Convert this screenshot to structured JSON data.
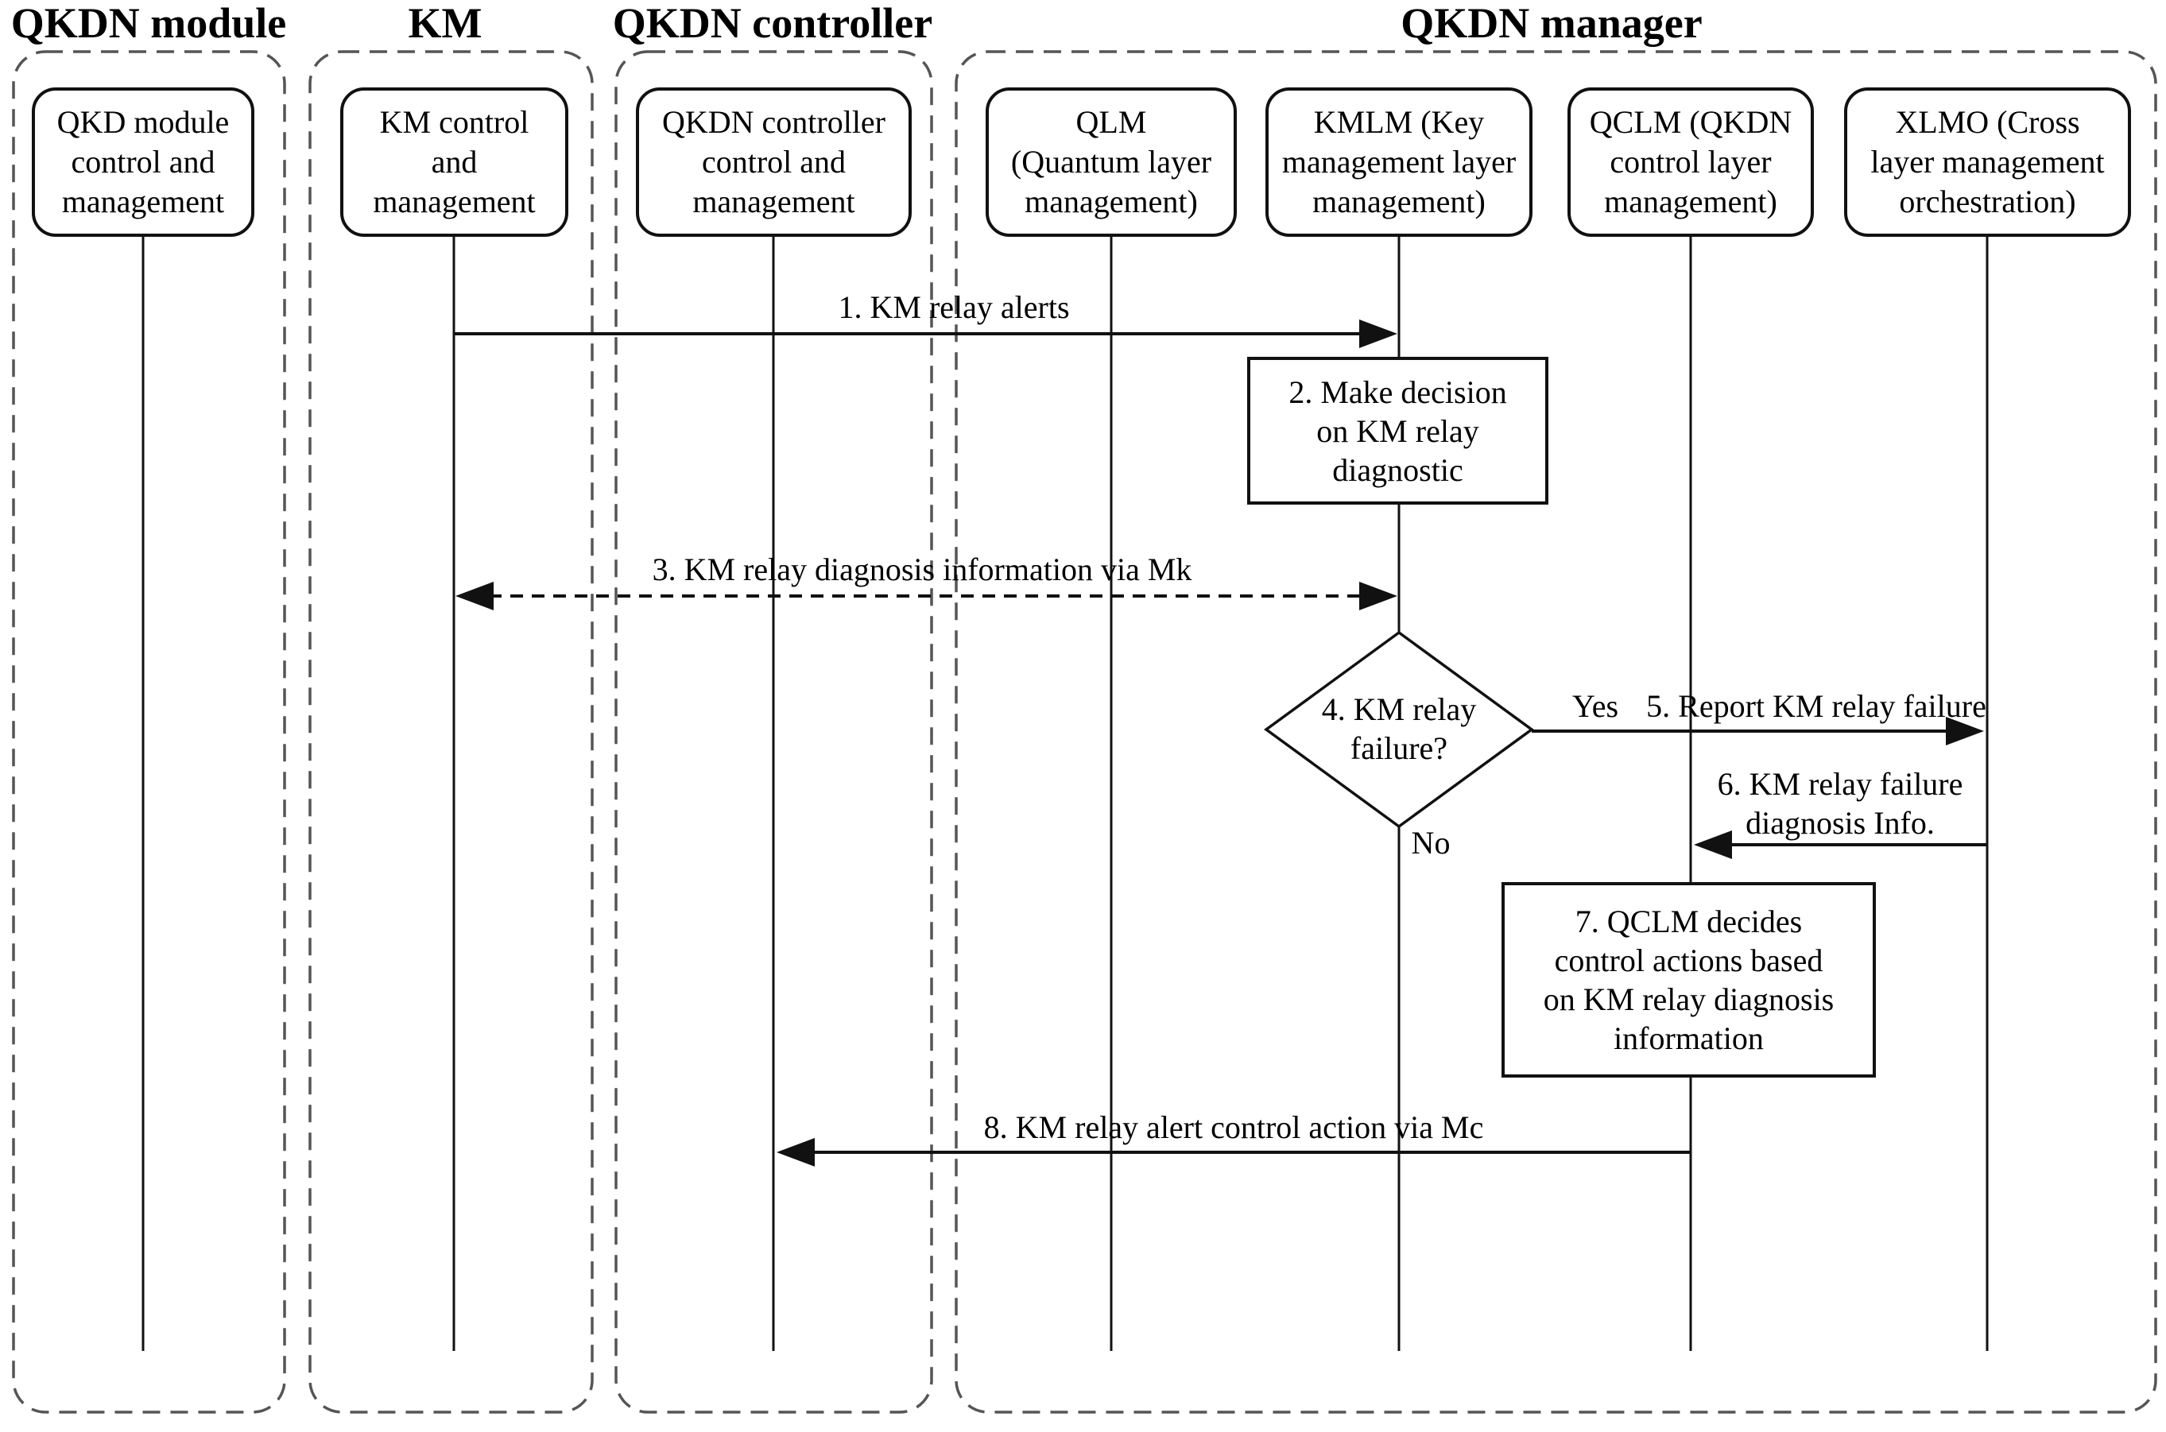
{
  "groups": [
    {
      "label": "QKDN module"
    },
    {
      "label": "KM"
    },
    {
      "label": "QKDN controller"
    },
    {
      "label": "QKDN manager"
    }
  ],
  "participants": [
    {
      "lines": [
        "QKD module",
        "control and",
        "management"
      ]
    },
    {
      "lines": [
        "KM control",
        "and",
        "management"
      ]
    },
    {
      "lines": [
        "QKDN controller",
        "control and",
        "management"
      ]
    },
    {
      "lines": [
        "QLM",
        "(Quantum layer",
        "management)"
      ]
    },
    {
      "lines": [
        "KMLM (Key",
        "management layer",
        "management)"
      ]
    },
    {
      "lines": [
        "QCLM (QKDN",
        "control layer",
        "management)"
      ]
    },
    {
      "lines": [
        "XLMO (Cross",
        "layer management",
        "orchestration)"
      ]
    }
  ],
  "activities": {
    "step2": {
      "lines": [
        "2. Make decision",
        "on KM relay",
        "diagnostic"
      ]
    },
    "step7": {
      "lines": [
        "7. QCLM decides",
        "control actions based",
        "on KM relay diagnosis",
        "information"
      ]
    }
  },
  "decision": {
    "lines": [
      "4. KM relay",
      "failure?"
    ],
    "yes_label": "Yes",
    "no_label": "No"
  },
  "messages": {
    "step1": "1. KM relay alerts",
    "step3": "3. KM relay diagnosis information via Mk",
    "step5": "5. Report KM relay failure",
    "step6": {
      "lines": [
        "6. KM relay failure",
        "diagnosis Info."
      ]
    },
    "step8": "8. KM relay alert control action via Mc"
  },
  "colors": {
    "line": "#111111",
    "group_border": "#555555",
    "background": "#ffffff"
  }
}
